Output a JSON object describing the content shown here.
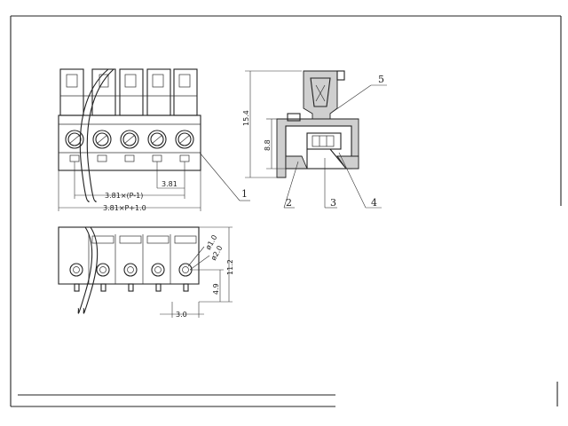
{
  "drawing": {
    "top_view": {
      "dim_pitch": "3.81",
      "dim_span": "3.81×(P-1)",
      "dim_total": "3.81×P+1.0",
      "callout": "1"
    },
    "side_view": {
      "dim_height": "15.4",
      "dim_body": "8.8",
      "callouts": [
        "2",
        "3",
        "4",
        "5"
      ]
    },
    "bottom_view": {
      "dim_hole_1": "ø1.0",
      "dim_hole_2": "ø2.0",
      "dim_height": "11.2",
      "dim_pin": "4.9",
      "dim_pin_offset": "3.0"
    }
  }
}
